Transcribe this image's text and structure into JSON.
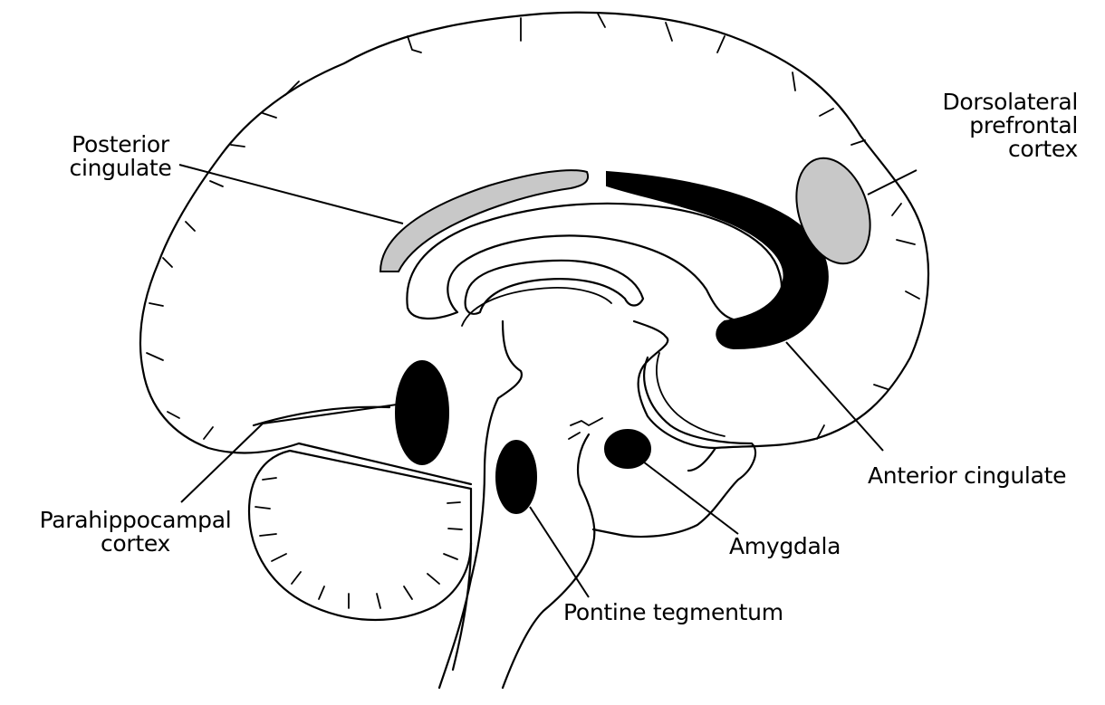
{
  "labels": {
    "dorsolateral": "Dorsolateral\nprefrontal\ncortex",
    "posterior_cingulate": "Posterior\ncingulate",
    "anterior_cingulate": "Anterior cingulate",
    "parahippocampal": "Parahippocampal\ncortex",
    "amygdala": "Amygdala",
    "pontine": "Pontine tegmentum"
  },
  "colors": {
    "highlighted_region_dark": "#000000",
    "highlighted_region_grey": "#c8c8c8",
    "outline": "#000000"
  }
}
